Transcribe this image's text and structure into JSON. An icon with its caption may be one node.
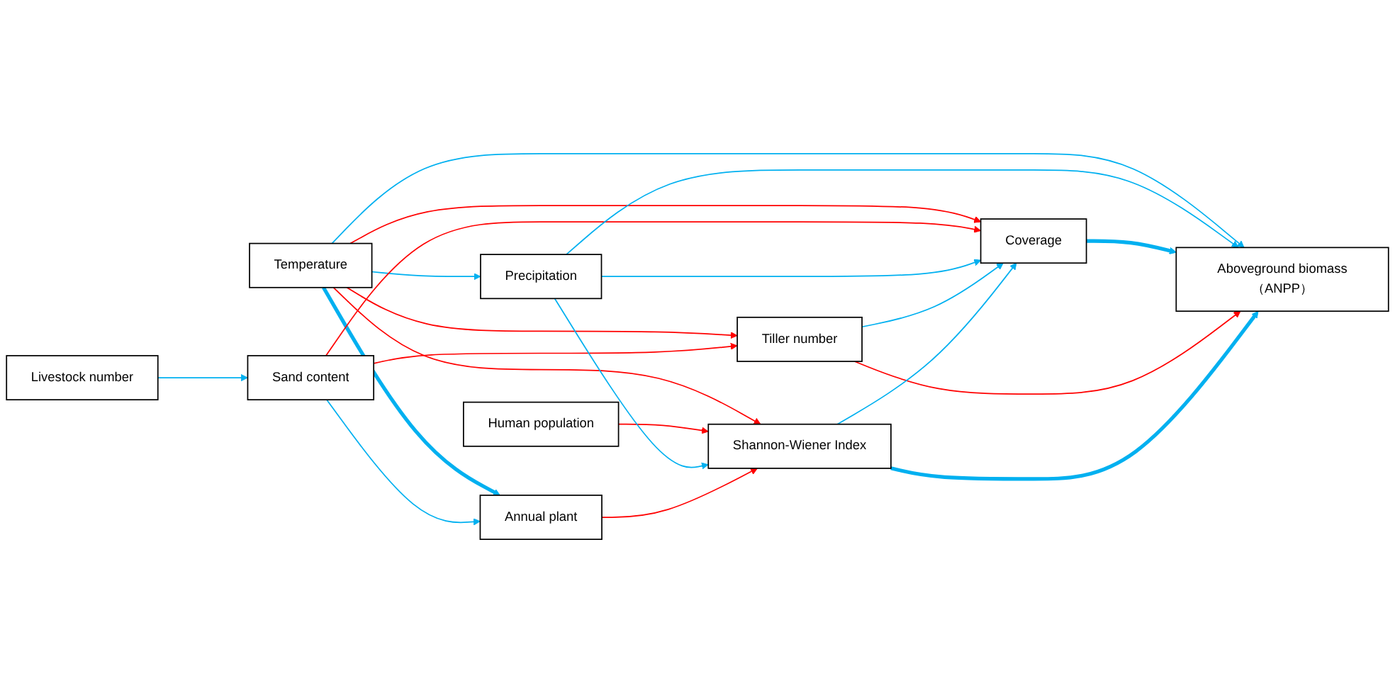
{
  "diagram": {
    "nodes": [
      {
        "text": [
          "Temperature"
        ]
      },
      {
        "text": [
          "Human population"
        ]
      },
      {
        "text": [
          "Livestock number"
        ]
      },
      {
        "text": [
          "Sand content"
        ]
      },
      {
        "text": [
          "Precipitation"
        ]
      },
      {
        "text": [
          "Coverage"
        ]
      },
      {
        "text": [
          "Tiller number"
        ]
      },
      {
        "text": [
          "Shannon-Wiener Index"
        ]
      },
      {
        "text": [
          "Annual plant"
        ]
      },
      {
        "text": [
          "Aboveground biomass（ANPP）"
        ]
      }
    ],
    "edges": [
      {
        "from": 0,
        "to": 9,
        "arrow": "to"
      },
      {
        "from": 0,
        "to": 4,
        "arrow": "to"
      },
      {
        "from": 0,
        "to": 5,
        "arrow": "to",
        "color": "#ff0000"
      },
      {
        "from": 0,
        "to": 6,
        "arrow": "to",
        "color": "#ff0000"
      },
      {
        "from": 0,
        "to": 7,
        "arrow": "to",
        "color": "#ff0000"
      },
      {
        "from": 0,
        "to": 8,
        "arrow": "to",
        "style": "thick"
      },
      {
        "from": 1,
        "to": 7,
        "arrow": "to",
        "color": "#ff0000"
      },
      {
        "from": 2,
        "to": 3,
        "arrow": "to"
      },
      {
        "from": 3,
        "to": 5,
        "arrow": "to",
        "color": "#ff0000"
      },
      {
        "from": 3,
        "to": 6,
        "arrow": "to",
        "color": "#ff0000"
      },
      {
        "from": 3,
        "to": 8,
        "arrow": "to"
      },
      {
        "from": 4,
        "to": 5,
        "arrow": "to"
      },
      {
        "from": 4,
        "to": 7,
        "arrow": "to"
      },
      {
        "from": 4,
        "to": 9,
        "arrow": "to"
      },
      {
        "from": 6,
        "to": 5,
        "arrow": "to"
      },
      {
        "from": 5,
        "to": 9,
        "arrow": "to",
        "style": "thick"
      },
      {
        "from": 6,
        "to": 9,
        "arrow": "to",
        "color": "#ff0000"
      },
      {
        "from": 7,
        "to": 9,
        "arrow": "to",
        "style": "thick"
      },
      {
        "from": 7,
        "to": 5,
        "arrow": "to"
      },
      {
        "from": 8,
        "to": 7,
        "arrow": "to",
        "color": "#ff0000"
      }
    ]
  }
}
